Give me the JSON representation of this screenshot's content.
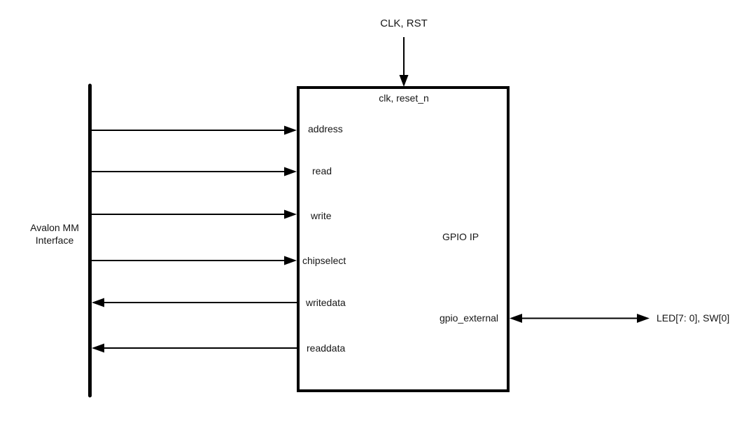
{
  "diagram": {
    "clock_input_label": "CLK, RST",
    "block": {
      "title": "GPIO IP",
      "clock_port": "clk, reset_n",
      "gpio_port": "gpio_external"
    },
    "bus": {
      "label_line1": "Avalon MM",
      "label_line2": "Interface"
    },
    "external_io_label": "LED[7: 0], SW[0]",
    "signals": [
      {
        "label": "address",
        "direction": "bus-to-block"
      },
      {
        "label": "read",
        "direction": "bus-to-block"
      },
      {
        "label": "write",
        "direction": "bus-to-block"
      },
      {
        "label": "chipselect",
        "direction": "bus-to-block"
      },
      {
        "label": "writedata",
        "direction": "block-to-bus"
      },
      {
        "label": "readdata",
        "direction": "block-to-bus"
      }
    ],
    "gpio_connection_direction": "bidirectional",
    "colors": {
      "line": "#000000",
      "background": "#ffffff",
      "text": "#161616"
    }
  }
}
